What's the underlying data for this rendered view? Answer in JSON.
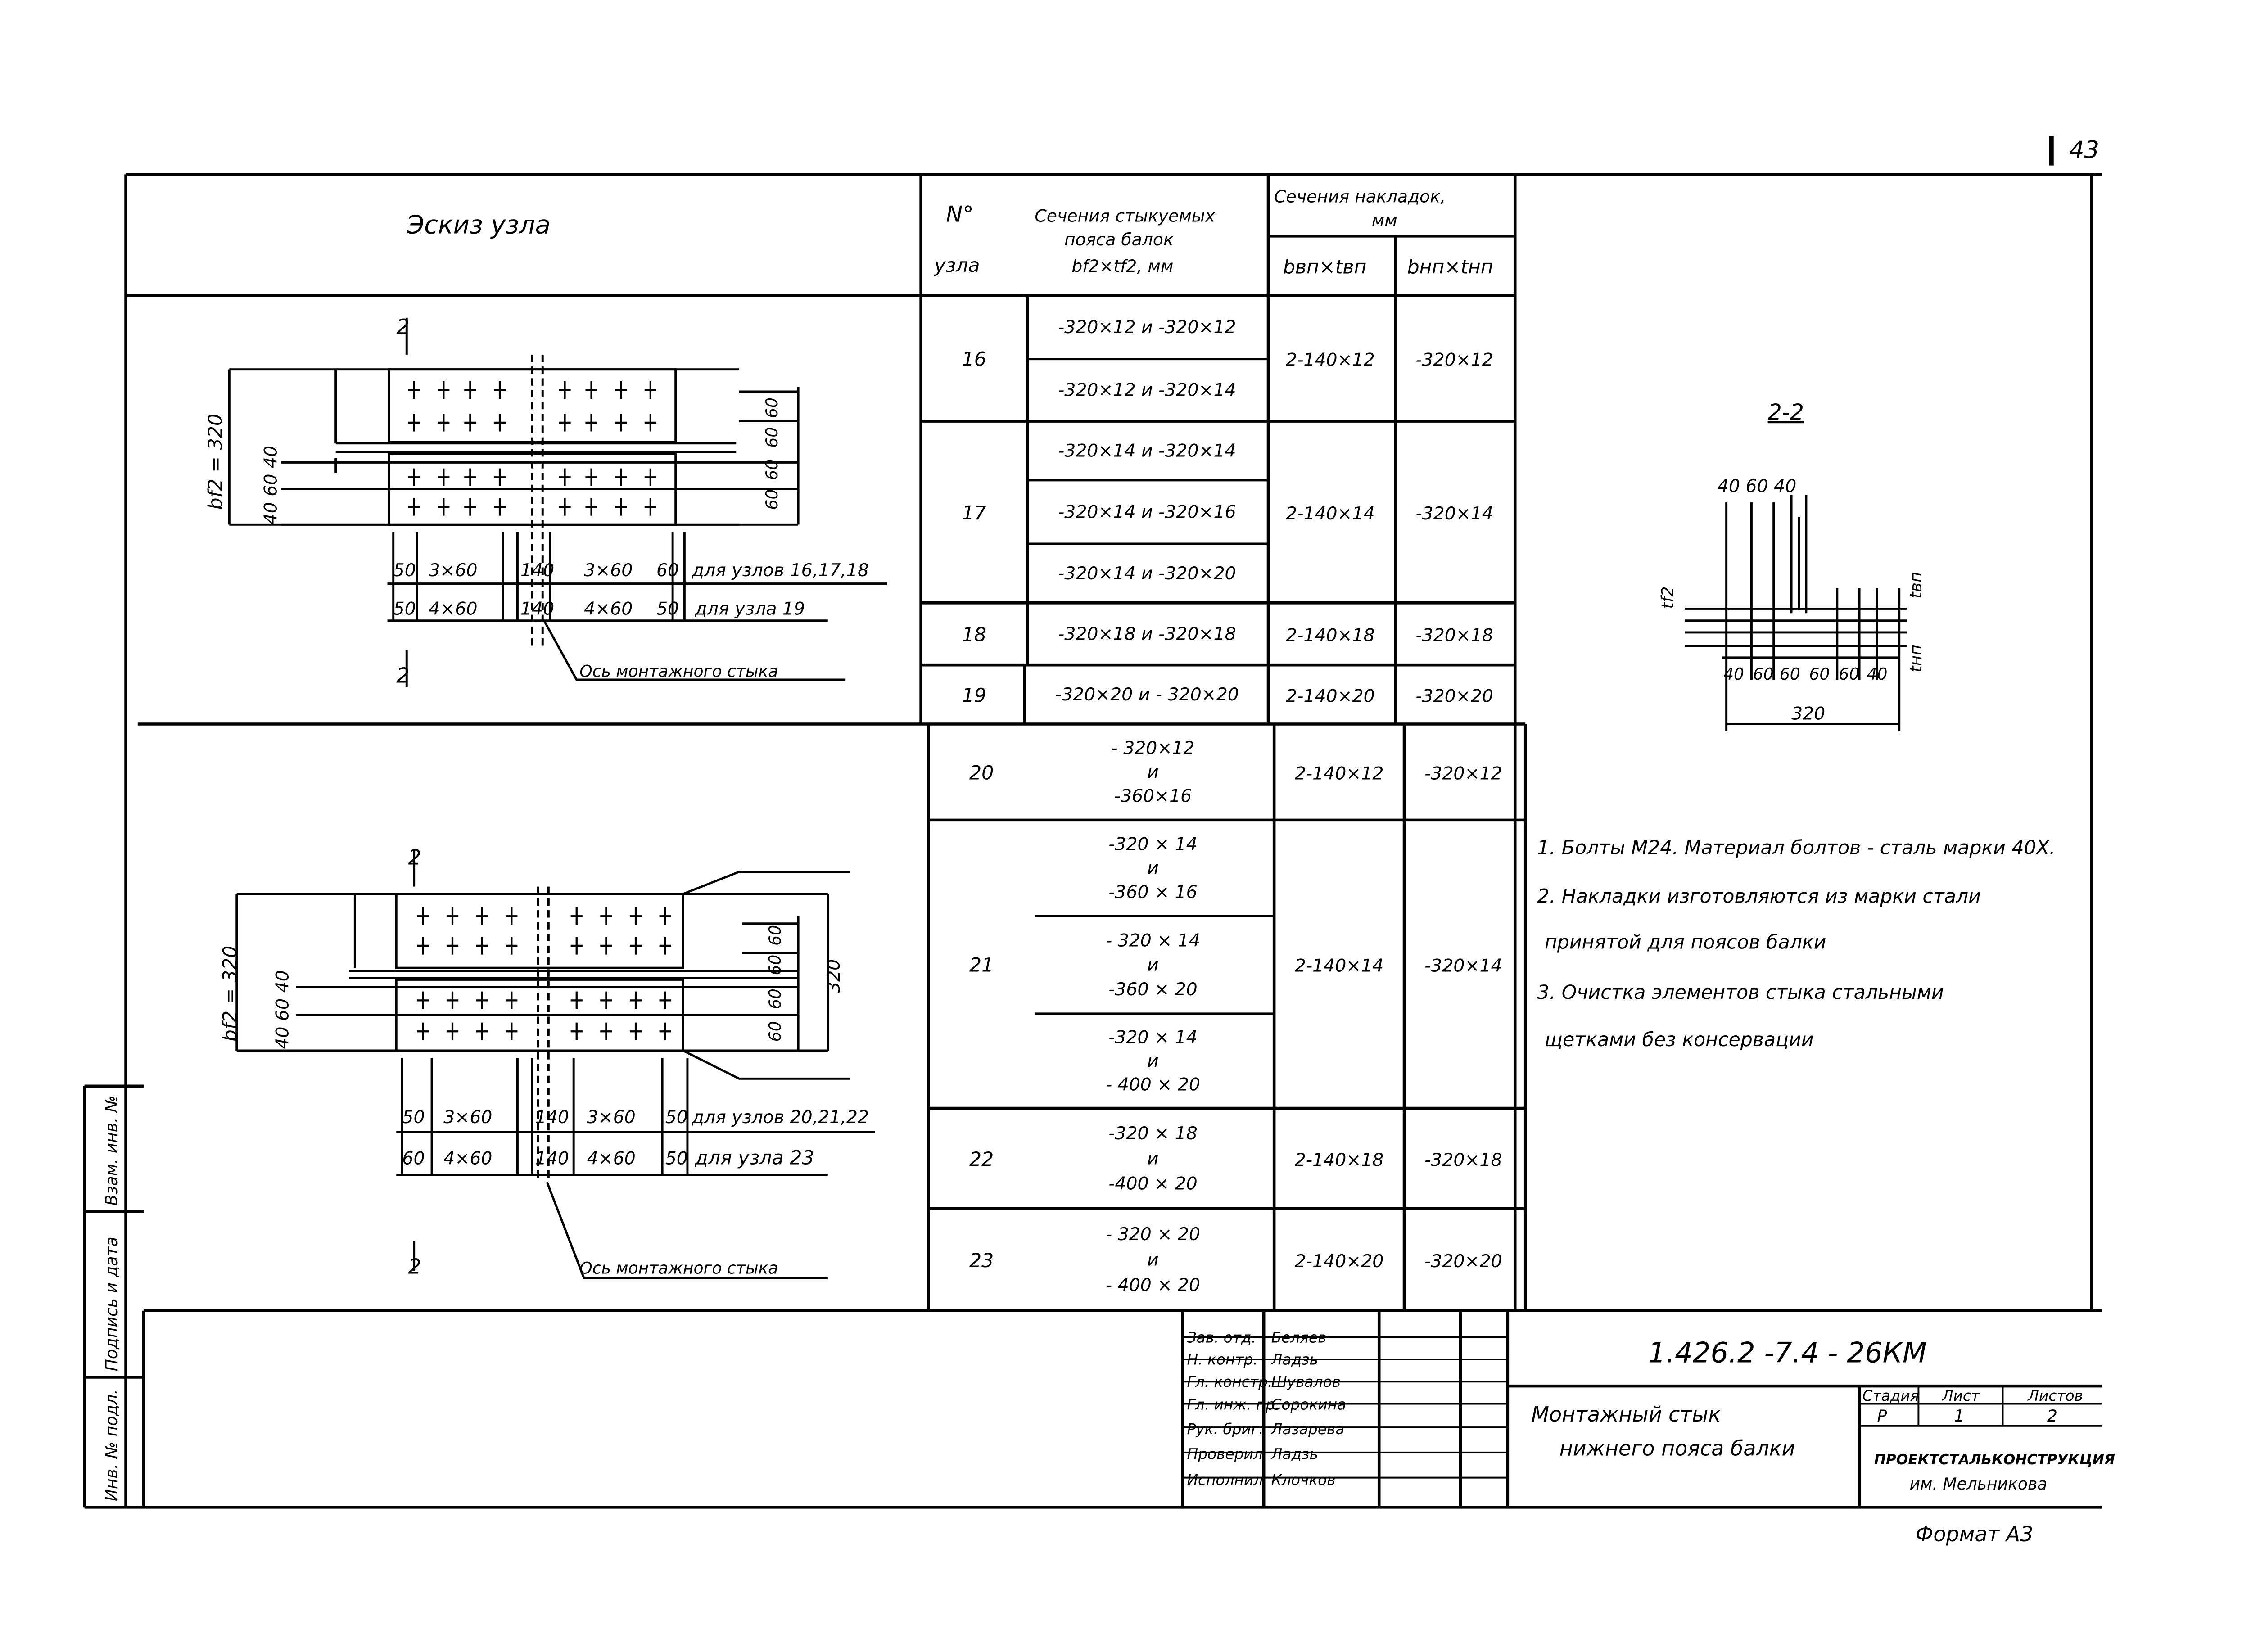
{
  "page_number": "43",
  "sheet_format": "Формат А3",
  "header": {
    "sketch_title": "Эскиз узла",
    "node_no_top": "N°",
    "node_no_bottom": "узла",
    "sections_line1": "Сечения стыкуемых",
    "sections_line2": "пояса балок",
    "sections_line3": "bf2×tf2, мм",
    "plates_line1": "Сечения накладок,",
    "plates_line2": "мм",
    "plate_upper": "bвп×tвп",
    "plate_lower": "bнп×tнп"
  },
  "rows": [
    {
      "node": "16",
      "sections": [
        [
          "-320×12 и -320×12"
        ],
        [
          "-320×12 и -320×14"
        ]
      ],
      "upper": "2-140×12",
      "lower": "-320×12"
    },
    {
      "node": "17",
      "sections": [
        [
          "-320×14 и -320×14"
        ],
        [
          "-320×14 и -320×16"
        ],
        [
          "-320×14 и -320×20"
        ]
      ],
      "upper": "2-140×14",
      "lower": "-320×14"
    },
    {
      "node": "18",
      "sections": [
        [
          "-320×18 и -320×18"
        ]
      ],
      "upper": "2-140×18",
      "lower": "-320×18"
    },
    {
      "node": "19",
      "sections": [
        [
          "-320×20 и - 320×20"
        ]
      ],
      "upper": "2-140×20",
      "lower": "-320×20"
    },
    {
      "node": "20",
      "sections": [
        [
          "- 320×12",
          "и",
          "-360×16"
        ]
      ],
      "upper": "2-140×12",
      "lower": "-320×12"
    },
    {
      "node": "21",
      "sections": [
        [
          "-320 × 14",
          "и",
          "-360 × 16"
        ],
        [
          "- 320 × 14",
          "и",
          "-360 × 20"
        ],
        [
          "-320 × 14",
          "и",
          "- 400 × 20"
        ]
      ],
      "upper": "2-140×14",
      "lower": "-320×14"
    },
    {
      "node": "22",
      "sections": [
        [
          "-320 × 18",
          "и",
          "-400 × 20"
        ]
      ],
      "upper": "2-140×18",
      "lower": "-320×18"
    },
    {
      "node": "23",
      "sections": [
        [
          "- 320 × 20",
          "и",
          "- 400 × 20"
        ]
      ],
      "upper": "2-140×20",
      "lower": "-320×20"
    }
  ],
  "sketch1": {
    "section_mark": "2",
    "width_label": "bf2 = 320",
    "left_dims": "40 60 40",
    "right_dims": [
      "60",
      "60",
      "60",
      "60"
    ],
    "row1": [
      "50",
      "3×60",
      "140",
      "3×60",
      "60",
      "для узлов 16,17,18"
    ],
    "row2": [
      "50",
      "4×60",
      "140",
      "4×60",
      "50",
      "для узла 19"
    ],
    "axis_label": "Ось монтажного стыка"
  },
  "sketch2": {
    "section_mark": "2",
    "width_label": "bf2 = 320",
    "left_dims": "40 60 40",
    "right_dims": [
      "60",
      "60",
      "60",
      "60"
    ],
    "right_total": "320",
    "row1": [
      "50",
      "3×60",
      "140",
      "3×60",
      "50",
      "для узлов 20,21,22"
    ],
    "row2": [
      "60",
      "4×60",
      "140",
      "4×60",
      "50",
      "для узла 23"
    ],
    "axis_label": "Ось монтажного стыка"
  },
  "section_view": {
    "title": "2-2",
    "top_dims": "40 60 40",
    "bottom_dims": [
      "40",
      "60",
      "60",
      "60",
      "60",
      "40"
    ],
    "total": "320",
    "left_label": "tf2",
    "right_label1": "tвп",
    "right_label2": "tнп"
  },
  "notes": [
    "1. Болты М24. Материал болтов - сталь марки 40Х.",
    "2. Накладки изготовляются из марки стали",
    "принятой для поясов балки",
    "3. Очистка элементов стыка стальными",
    "щетками без консервации"
  ],
  "left_margin": [
    "Инв. № подл.",
    "Подпись и дата",
    "Взам. инв. №"
  ],
  "title_block": {
    "code": "1.426.2 -7.4 - 26КМ",
    "title_line1": "Монтажный стык",
    "title_line2": "нижнего пояса балки",
    "stage_label": "Стадия",
    "sheet_label": "Лист",
    "sheets_label": "Листов",
    "stage": "Р",
    "sheet": "1",
    "sheets": "2",
    "org_line1": "ПРОЕКТСТАЛЬКОНСТРУКЦИЯ",
    "org_line2": "им. Мельникова",
    "signatures": [
      {
        "role": "Зав. отд.",
        "name": "Беляев"
      },
      {
        "role": "Н. контр.",
        "name": "Ладзь"
      },
      {
        "role": "Гл. констр.",
        "name": "Шувалов"
      },
      {
        "role": "Гл. инж. пр.",
        "name": "Сорокина"
      },
      {
        "role": "Рук. бриг.",
        "name": "Лазарева"
      },
      {
        "role": "Проверил",
        "name": "Ладзь"
      },
      {
        "role": "Исполнил",
        "name": "Клочков"
      }
    ]
  }
}
